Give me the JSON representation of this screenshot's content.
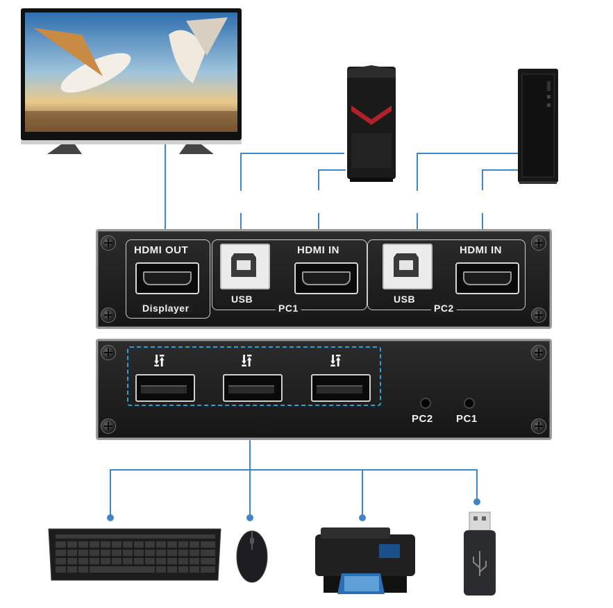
{
  "top_panel": {
    "hdmi_out_label": "HDMI OUT",
    "displayer_label": "Displayer",
    "pc1_usb_label": "USB",
    "pc1_hdmi_in_label": "HDMI IN",
    "pc1_label": "PC1",
    "pc2_usb_label": "USB",
    "pc2_hdmi_in_label": "HDMI IN",
    "pc2_label": "PC2"
  },
  "bottom_panel": {
    "usb_symbol": "⭿",
    "pc2_label": "PC2",
    "pc1_label": "PC1"
  },
  "icons": {
    "monitor": "monitor-icon",
    "pc1_tower": "gaming-pc-icon",
    "pc2_tower": "desktop-pc-icon",
    "keyboard": "keyboard-icon",
    "mouse": "mouse-icon",
    "printer": "printer-icon",
    "usb_drive": "usb-drive-icon"
  },
  "colors": {
    "connector_line": "#3f86c8",
    "highlight_dash": "#2f9fd6",
    "panel": "#1e1e1e"
  }
}
